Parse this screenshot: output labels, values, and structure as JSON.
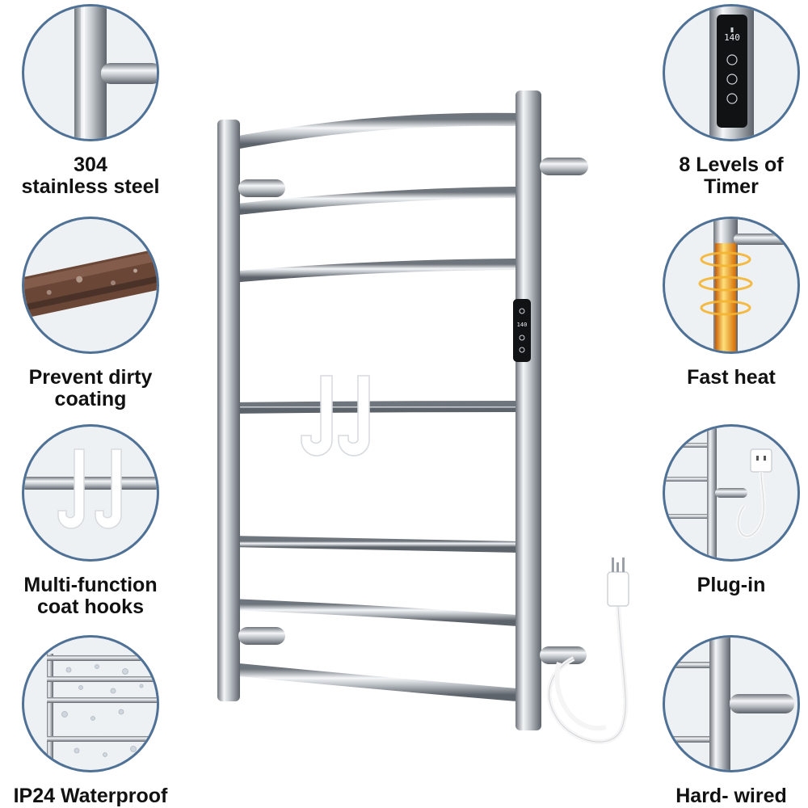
{
  "features_left": [
    {
      "label": "304\nstainless steel",
      "icon": "steel-bar-closeup-icon"
    },
    {
      "label": "Prevent dirty\ncoating",
      "icon": "rusty-bar-icon"
    },
    {
      "label": "Multi-function\ncoat hooks",
      "icon": "coat-hooks-icon"
    },
    {
      "label": "IP24 Waterproof",
      "icon": "water-droplets-icon"
    }
  ],
  "features_right": [
    {
      "label": "8 Levels of\nTimer",
      "icon": "control-panel-icon"
    },
    {
      "label": "Fast heat",
      "icon": "heat-glow-icon"
    },
    {
      "label": "Plug-in",
      "icon": "wall-socket-plug-icon"
    },
    {
      "label": "Hard- wired",
      "icon": "hardwire-bar-icon"
    }
  ],
  "control_panel": {
    "display": "140"
  },
  "colors": {
    "ring": "#4f7196",
    "steel": "#b9bec4",
    "heat": "#f39a1c"
  }
}
